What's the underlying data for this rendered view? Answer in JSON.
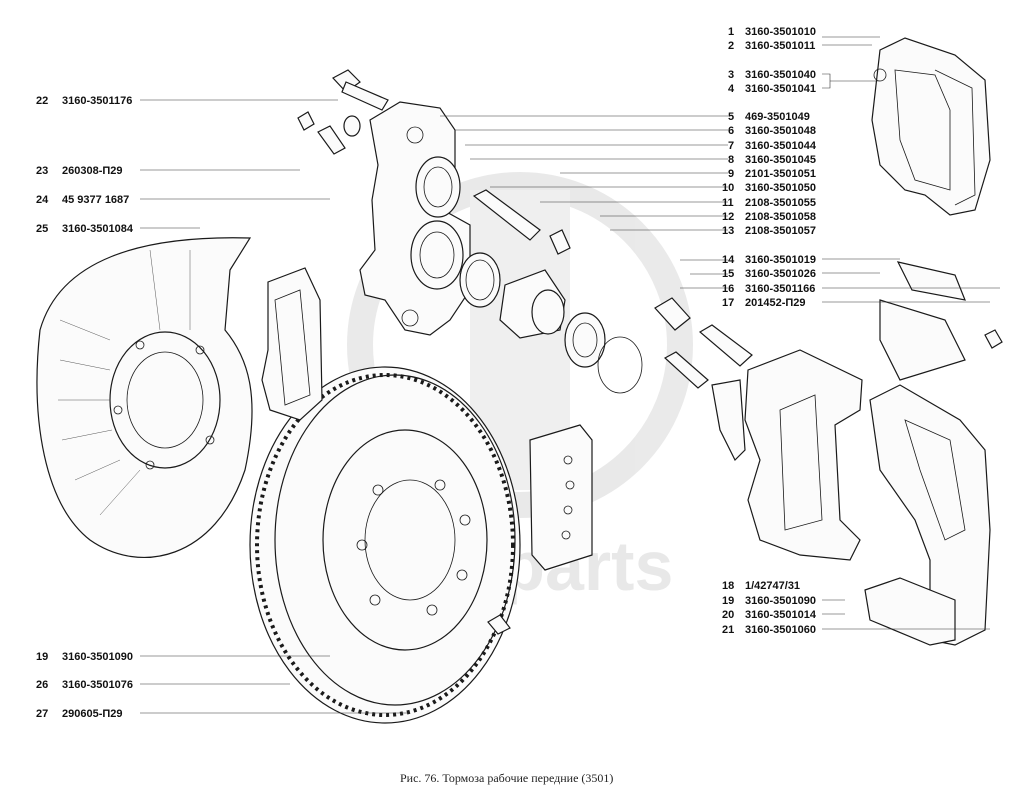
{
  "caption": "Рис. 76. Тормоза рабочие передние (3501)",
  "watermark": "data-parts",
  "callouts_left": [
    {
      "num": "22",
      "code": "3160-3501176"
    },
    {
      "num": "23",
      "code": "260308-П29"
    },
    {
      "num": "24",
      "code": "45 9377 1687"
    },
    {
      "num": "25",
      "code": "3160-3501084"
    },
    {
      "num": "19",
      "code": "3160-3501090"
    },
    {
      "num": "26",
      "code": "3160-3501076"
    },
    {
      "num": "27",
      "code": "290605-П29"
    }
  ],
  "callouts_right": [
    {
      "num": "1",
      "code": "3160-3501010"
    },
    {
      "num": "2",
      "code": "3160-3501011"
    },
    {
      "num": "3",
      "code": "3160-3501040"
    },
    {
      "num": "4",
      "code": "3160-3501041"
    },
    {
      "num": "5",
      "code": "469-3501049"
    },
    {
      "num": "6",
      "code": "3160-3501048"
    },
    {
      "num": "7",
      "code": "3160-3501044"
    },
    {
      "num": "8",
      "code": "3160-3501045"
    },
    {
      "num": "9",
      "code": "2101-3501051"
    },
    {
      "num": "10",
      "code": "3160-3501050"
    },
    {
      "num": "11",
      "code": "2108-3501055"
    },
    {
      "num": "12",
      "code": "2108-3501058"
    },
    {
      "num": "13",
      "code": "2108-3501057"
    },
    {
      "num": "14",
      "code": "3160-3501019"
    },
    {
      "num": "15",
      "code": "3160-3501026"
    },
    {
      "num": "16",
      "code": "3160-3501166"
    },
    {
      "num": "17",
      "code": "201452-П29"
    },
    {
      "num": "18",
      "code": "1/42747/31"
    },
    {
      "num": "19",
      "code": "3160-3501090"
    },
    {
      "num": "20",
      "code": "3160-3501014"
    },
    {
      "num": "21",
      "code": "3160-3501060"
    }
  ]
}
